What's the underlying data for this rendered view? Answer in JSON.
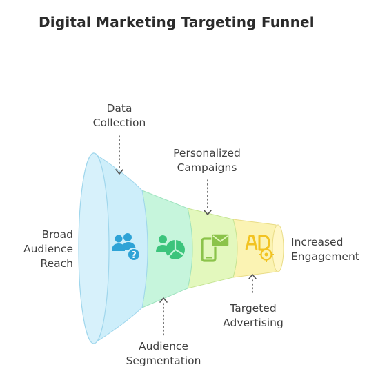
{
  "title": "Digital Marketing Targeting Funnel",
  "stages": [
    {
      "label": "Data Collection",
      "lines": [
        "Data",
        "Collection"
      ],
      "icon": "users-question-icon",
      "color": "#cdeefa"
    },
    {
      "label": "Audience Segmentation",
      "lines": [
        "Audience",
        "Segmentation"
      ],
      "icon": "segment-chart-icon",
      "color": "#c6f5dc"
    },
    {
      "label": "Personalized Campaigns",
      "lines": [
        "Personalized",
        "Campaigns"
      ],
      "icon": "mobile-mail-icon",
      "color": "#e3f8bd"
    },
    {
      "label": "Targeted Advertising",
      "lines": [
        "Targeted",
        "Advertising"
      ],
      "icon": "ad-target-icon",
      "color": "#fbf3b3"
    }
  ],
  "input_label": [
    "Broad",
    "Audience",
    "Reach"
  ],
  "output_label": [
    "Increased",
    "Engagement"
  ],
  "icon_colors": {
    "users": "#2ea3d6",
    "segment": "#3cc47c",
    "mobile": "#8bc34a",
    "ad": "#f2c321"
  }
}
